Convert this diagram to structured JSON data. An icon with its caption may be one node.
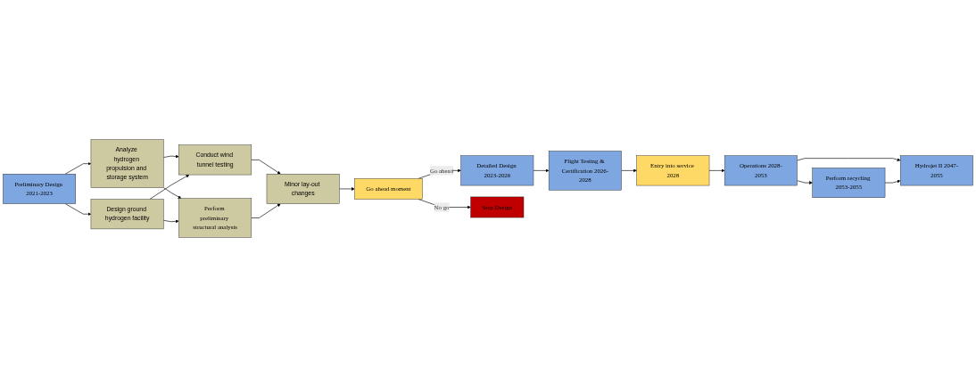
{
  "diagram": {
    "nodes": [
      {
        "text": [
          "Preliminary Design 2021-2023"
        ]
      },
      {
        "text": [
          "Analyze hydrogen propulsion and storage system"
        ]
      },
      {
        "text": [
          "Design ground hydrogen facility"
        ]
      },
      {
        "text": [
          "Conduct wind tunnel testing"
        ]
      },
      {
        "text": [
          "Perform preliminary structural analysis"
        ]
      },
      {
        "text": [
          "Minor lay-out changes"
        ]
      },
      {
        "text": [
          "Go ahead moment"
        ]
      },
      {
        "text": [
          "Detailed Design 2023-2026"
        ]
      },
      {
        "text": [
          "Stop Design"
        ]
      },
      {
        "text": [
          "Flight Testing & Certification 2026-2028"
        ]
      },
      {
        "text": [
          "Entry into service 2028"
        ]
      },
      {
        "text": [
          "Operations 2028-2053"
        ]
      },
      {
        "text": [
          "Perform recycling 2053-2055"
        ]
      },
      {
        "text": [
          "Hydrojet II 2047-2055"
        ]
      }
    ],
    "edges": [
      {
        "from": 0,
        "to": 1,
        "arrow": "to"
      },
      {
        "from": 0,
        "to": 2,
        "arrow": "to"
      },
      {
        "from": 1,
        "to": 3,
        "arrow": "to"
      },
      {
        "from": 1,
        "to": 4,
        "arrow": "to"
      },
      {
        "from": 2,
        "to": 3,
        "arrow": "to"
      },
      {
        "from": 2,
        "to": 4,
        "arrow": "to"
      },
      {
        "from": 3,
        "to": 5,
        "arrow": "to"
      },
      {
        "from": 4,
        "to": 5,
        "arrow": "to"
      },
      {
        "from": 5,
        "to": 6,
        "arrow": "to"
      },
      {
        "from": 6,
        "to": 7,
        "label": "Go ahead",
        "arrow": "to"
      },
      {
        "from": 6,
        "to": 8,
        "label": "No go",
        "arrow": "to"
      },
      {
        "from": 7,
        "to": 9,
        "arrow": "to"
      },
      {
        "from": 9,
        "to": 10,
        "arrow": "to"
      },
      {
        "from": 10,
        "to": 11,
        "arrow": "to"
      },
      {
        "from": 11,
        "to": 12,
        "arrow": "to"
      },
      {
        "from": 11,
        "to": 13,
        "arrow": "to"
      },
      {
        "from": 12,
        "to": 13,
        "arrow": "to"
      }
    ]
  }
}
